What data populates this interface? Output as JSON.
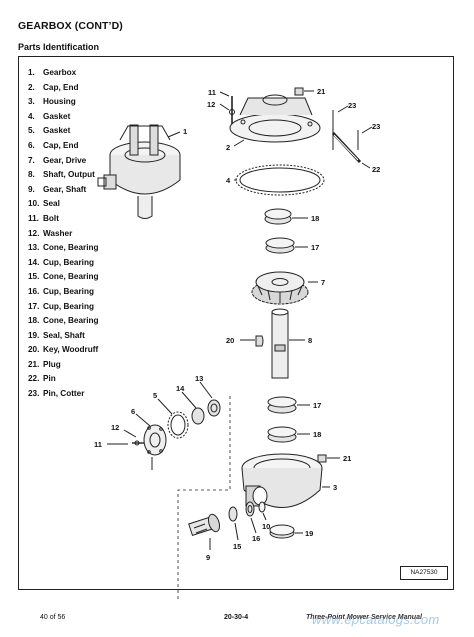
{
  "header": {
    "title": "GEARBOX (CONT’D)",
    "subtitle": "Parts Identification"
  },
  "parts": [
    {
      "num": "1.",
      "name": "Gearbox"
    },
    {
      "num": "2.",
      "name": "Cap, End"
    },
    {
      "num": "3.",
      "name": "Housing"
    },
    {
      "num": "4.",
      "name": "Gasket"
    },
    {
      "num": "5.",
      "name": "Gasket"
    },
    {
      "num": "6.",
      "name": "Cap, End"
    },
    {
      "num": "7.",
      "name": "Gear, Drive"
    },
    {
      "num": "8.",
      "name": "Shaft, Output"
    },
    {
      "num": "9.",
      "name": "Gear, Shaft"
    },
    {
      "num": "10.",
      "name": "Seal"
    },
    {
      "num": "11.",
      "name": "Bolt"
    },
    {
      "num": "12.",
      "name": "Washer"
    },
    {
      "num": "13.",
      "name": "Cone, Bearing"
    },
    {
      "num": "14.",
      "name": "Cup, Bearing"
    },
    {
      "num": "15.",
      "name": "Cone, Bearing"
    },
    {
      "num": "16.",
      "name": "Cup, Bearing"
    },
    {
      "num": "17.",
      "name": "Cup, Bearing"
    },
    {
      "num": "18.",
      "name": "Cone, Bearing"
    },
    {
      "num": "19.",
      "name": "Seal, Shaft"
    },
    {
      "num": "20.",
      "name": "Key, Woodruff"
    },
    {
      "num": "21.",
      "name": "Plug"
    },
    {
      "num": "22.",
      "name": "Pin"
    },
    {
      "num": "23.",
      "name": "Pin, Cotter"
    }
  ],
  "callouts": {
    "c1": "1",
    "c2": "2",
    "c3": "3",
    "c4": "4",
    "c5": "5",
    "c6": "6",
    "c7": "7",
    "c8": "8",
    "c9": "9",
    "c10": "10",
    "c11a": "11",
    "c11b": "11",
    "c12a": "12",
    "c12b": "12",
    "c13": "13",
    "c14": "14",
    "c15": "15",
    "c16": "16",
    "c17a": "17",
    "c17b": "17",
    "c18a": "18",
    "c18b": "18",
    "c19": "19",
    "c20": "20",
    "c21a": "21",
    "c21b": "21",
    "c22": "22",
    "c23": "23"
  },
  "figure_code": "NA27530",
  "footer": {
    "page": "40 of 56",
    "section": "20-30-4",
    "manual": "Three-Point Mower Service Manual"
  },
  "watermark": "www.epcatalogs.com"
}
